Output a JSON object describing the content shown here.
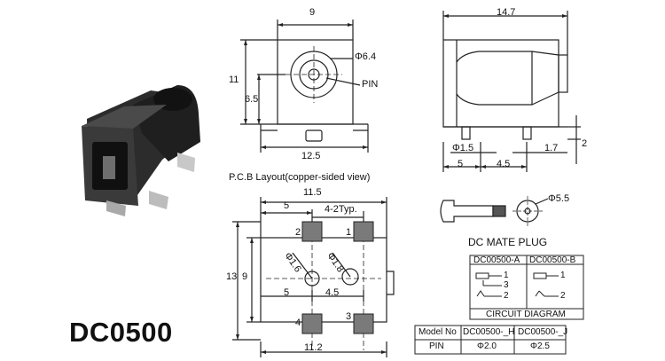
{
  "product": {
    "model": "DC0500"
  },
  "front_view": {
    "dims": {
      "width": "9",
      "height": "11",
      "pin_height": "6.5",
      "footprint_width": "12.5",
      "hole_dia": "Φ6.4",
      "pin_label": "PIN"
    }
  },
  "side_view": {
    "dims": {
      "length": "14.7",
      "pin_dia": "Φ1.5",
      "pad_w": "1.7",
      "pad_h": "2",
      "pos_a": "5",
      "pos_b": "4.5"
    }
  },
  "pcb_layout": {
    "title": "P.C.B Layout(copper-sided view)",
    "dims": {
      "top_width": "11.5",
      "top_offset": "5",
      "pad_spacing": "4-2Typ.",
      "height": "13",
      "inner_height": "9",
      "hole_a": "Φ1.6",
      "hole_b": "Φ1.8",
      "mid_a": "5",
      "mid_b": "4.5",
      "bottom_width": "11.2"
    },
    "pad_numbers": [
      "2",
      "1",
      "4",
      "3"
    ]
  },
  "mate_plug": {
    "title": "DC MATE PLUG",
    "dia": "Φ5.5"
  },
  "circuit_table": {
    "headers": [
      "DC00500-A",
      "DC00500-B"
    ],
    "pins_a": [
      "1",
      "3",
      "2"
    ],
    "pins_b": [
      "1",
      "2"
    ],
    "caption": "CIRCUIT DIAGRAM"
  },
  "model_table": {
    "header": [
      "Model No",
      "DC00500-_H",
      "DC00500-_J"
    ],
    "row": [
      "PIN",
      "Φ2.0",
      "Φ2.5"
    ]
  },
  "colors": {
    "line": "#222222",
    "pad": "#7a7a7a",
    "body": "#333333"
  }
}
